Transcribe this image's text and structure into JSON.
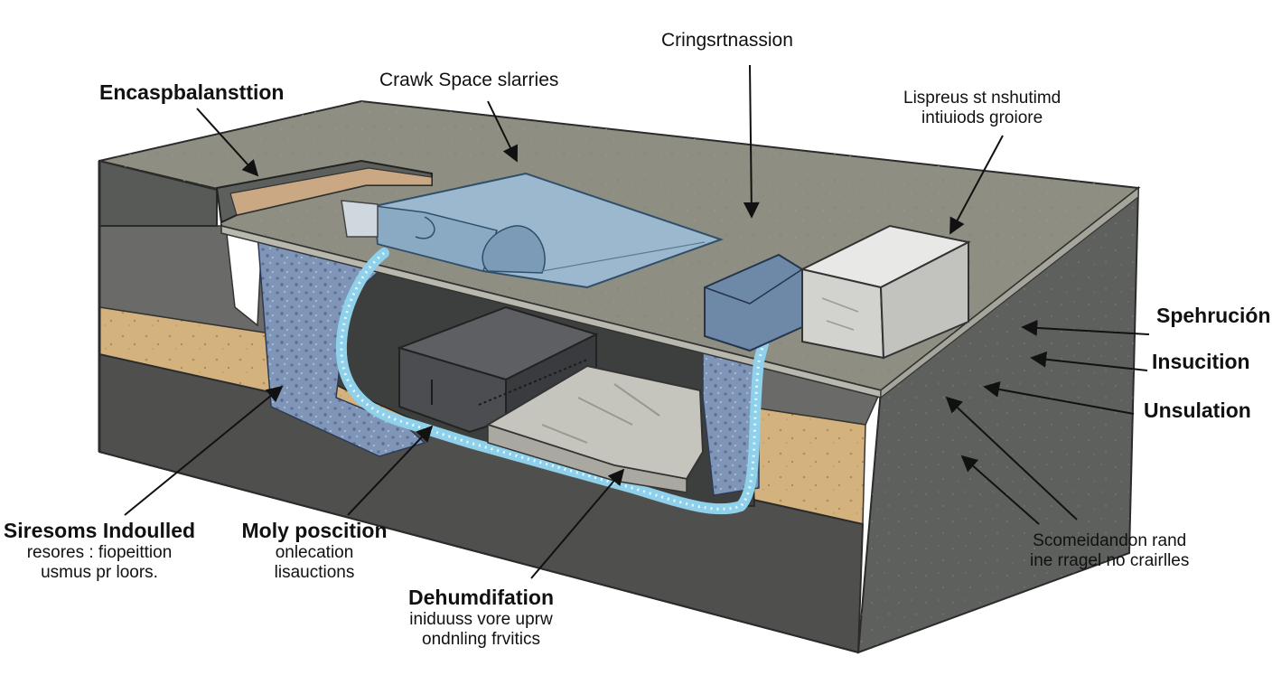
{
  "labels": {
    "encaps": "Encaspbalansttion",
    "crawl": "Crawk Space slarries",
    "cringe": "Cringѕrtnassion",
    "lispreus": [
      "Lispreus st nshutimd",
      "intiuiods groiore"
    ],
    "spehrucion": "Spehrución",
    "insucition": "Insucition",
    "unsulation": "Unsulation",
    "sironsTitle": "Siresoms Indoulled",
    "sironsSub": [
      "resores : fiopeittion",
      "usmus pr loors."
    ],
    "molyTitle": "Moly poscition",
    "molySub": [
      "onlecation",
      "lisauctions"
    ],
    "dehumTitle": "Dehumdifation",
    "dehumSub": [
      "iniduuss vore uprw",
      "ondnling frvitics"
    ],
    "scomeidTitle": [
      "Scomeidandon rand",
      "ine rragel no crairlles"
    ]
  }
}
